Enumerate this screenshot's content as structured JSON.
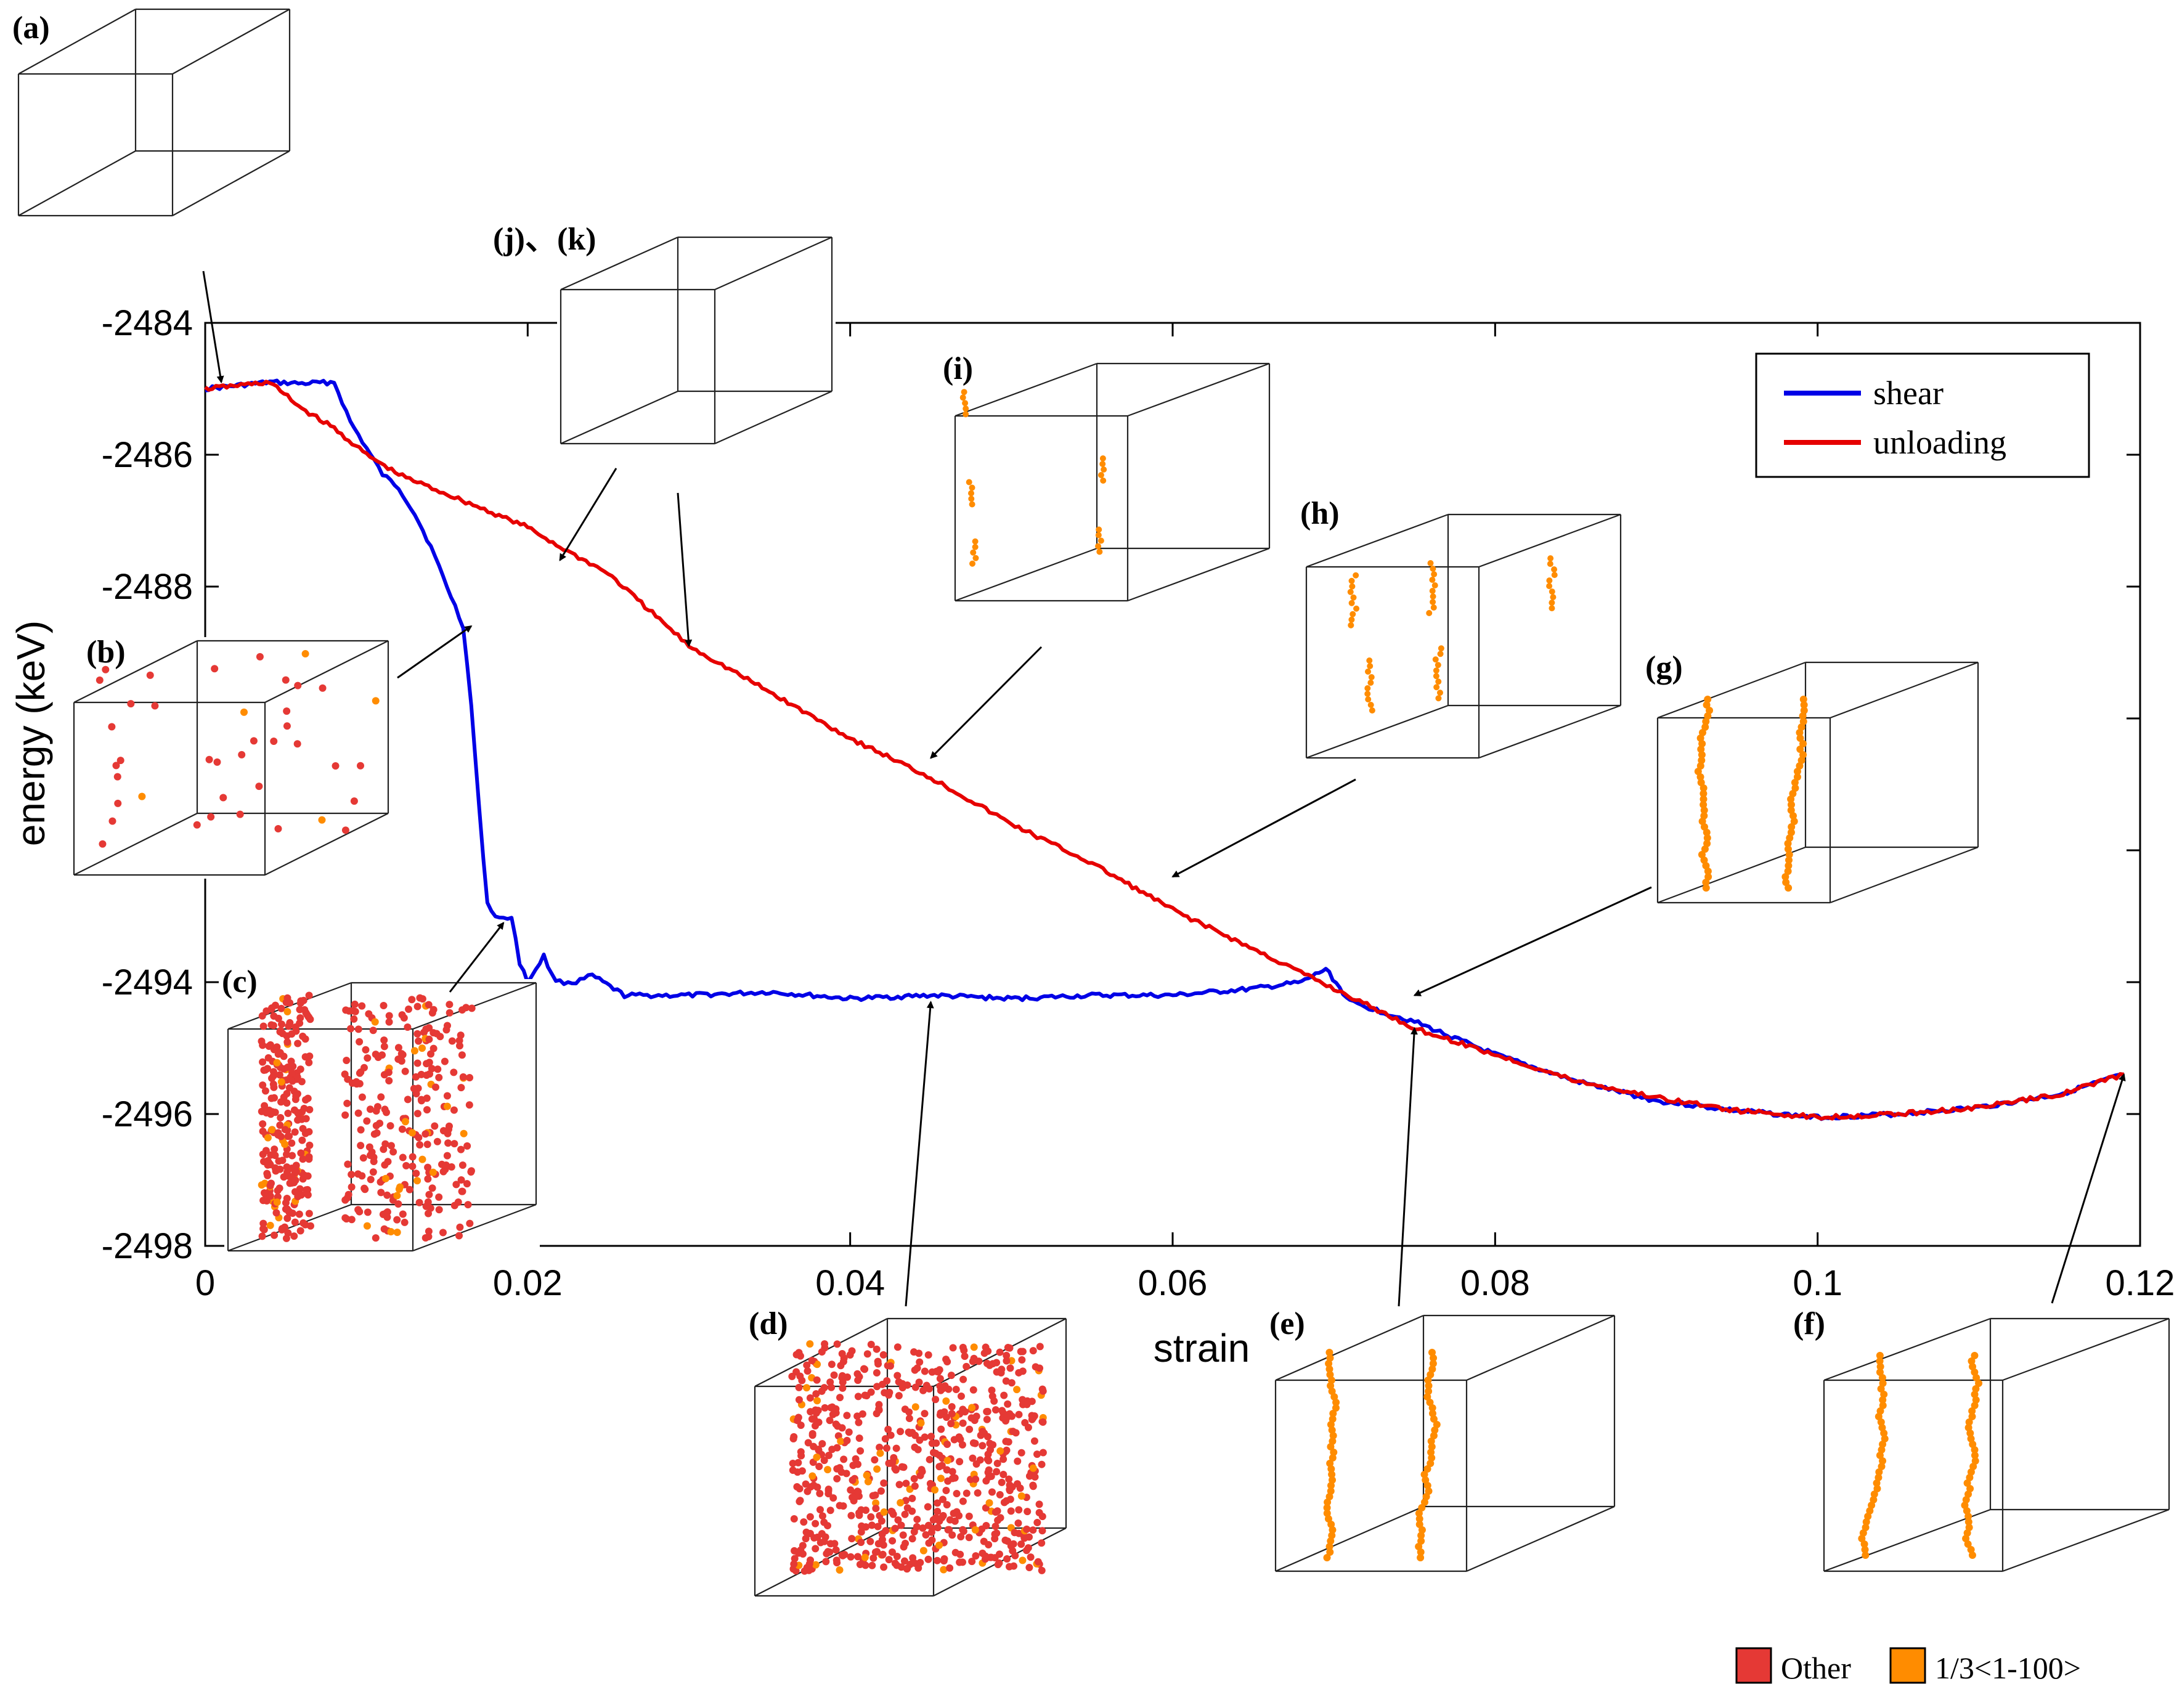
{
  "chart_data": {
    "type": "line",
    "xlabel": "strain",
    "ylabel": "energy (keV)",
    "xlim": [
      0,
      0.12
    ],
    "ylim": [
      -2498,
      -2484
    ],
    "x_ticks": [
      "0",
      "0.02",
      "0.04",
      "0.06",
      "0.08",
      "0.1",
      "0.12"
    ],
    "y_ticks": [
      "-2484",
      "-2486",
      "-2488",
      "-2494",
      "-2496",
      "-2498"
    ],
    "legend_position": "top-right",
    "series": [
      {
        "name": "shear",
        "color": "#0000e6",
        "x": [
          0,
          0.002,
          0.004,
          0.006,
          0.008,
          0.009,
          0.01,
          0.011,
          0.012,
          0.013,
          0.014,
          0.015,
          0.016,
          0.0165,
          0.017,
          0.0175,
          0.018,
          0.0185,
          0.019,
          0.0195,
          0.02,
          0.021,
          0.0215,
          0.022,
          0.023,
          0.024,
          0.026,
          0.03,
          0.035,
          0.04,
          0.045,
          0.05,
          0.055,
          0.06,
          0.065,
          0.068,
          0.0695,
          0.071,
          0.075,
          0.08,
          0.085,
          0.09,
          0.095,
          0.1,
          0.105,
          0.11,
          0.115,
          0.119
        ],
        "y": [
          -2485.0,
          -2484.95,
          -2484.9,
          -2484.92,
          -2484.9,
          -2485.5,
          -2485.9,
          -2486.3,
          -2486.5,
          -2486.9,
          -2487.4,
          -2488.0,
          -2488.6,
          -2489.8,
          -2491.4,
          -2492.8,
          -2493.0,
          -2493.05,
          -2493.0,
          -2493.7,
          -2494.0,
          -2493.6,
          -2493.9,
          -2494.0,
          -2494.0,
          -2493.9,
          -2494.2,
          -2494.2,
          -2494.15,
          -2494.25,
          -2494.2,
          -2494.25,
          -2494.2,
          -2494.2,
          -2494.1,
          -2494.0,
          -2493.8,
          -2494.3,
          -2494.6,
          -2495.1,
          -2495.5,
          -2495.8,
          -2495.95,
          -2496.05,
          -2496.0,
          -2495.9,
          -2495.7,
          -2495.4
        ]
      },
      {
        "name": "unloading",
        "color": "#e60000",
        "x": [
          0,
          0.002,
          0.004,
          0.006,
          0.008,
          0.01,
          0.012,
          0.015,
          0.018,
          0.02,
          0.022,
          0.025,
          0.03,
          0.035,
          0.04,
          0.045,
          0.05,
          0.055,
          0.06,
          0.065,
          0.07,
          0.075,
          0.08,
          0.085,
          0.09,
          0.095,
          0.1,
          0.105,
          0.11,
          0.115,
          0.119
        ],
        "y": [
          -2485.0,
          -2484.95,
          -2484.9,
          -2485.3,
          -2485.6,
          -2486.0,
          -2486.3,
          -2486.6,
          -2486.9,
          -2487.1,
          -2487.4,
          -2487.8,
          -2488.9,
          -2489.6,
          -2490.3,
          -2490.9,
          -2491.6,
          -2492.2,
          -2492.9,
          -2493.5,
          -2494.1,
          -2494.7,
          -2495.1,
          -2495.5,
          -2495.75,
          -2495.95,
          -2496.05,
          -2496.0,
          -2495.9,
          -2495.7,
          -2495.4
        ]
      }
    ],
    "annotations": [
      {
        "label": "(a)",
        "strain": 0.001,
        "energy": -2484.9
      },
      {
        "label": "(b)",
        "strain": 0.0165,
        "energy": -2488.6
      },
      {
        "label": "(c)",
        "strain": 0.0185,
        "energy": -2493.1
      },
      {
        "label": "(d)",
        "strain": 0.045,
        "energy": -2494.3
      },
      {
        "label": "(e)",
        "strain": 0.075,
        "energy": -2494.7
      },
      {
        "label": "(f)",
        "strain": 0.119,
        "energy": -2495.4
      },
      {
        "label": "(g)",
        "strain": 0.075,
        "energy": -2494.2
      },
      {
        "label": "(h)",
        "strain": 0.06,
        "energy": -2492.4
      },
      {
        "label": "(i)",
        "strain": 0.045,
        "energy": -2490.6
      },
      {
        "label": "(j)、(k)",
        "strain": 0.022,
        "energy": -2487.6
      },
      {
        "label": "(j)、(k)",
        "strain": 0.03,
        "energy": -2488.9
      }
    ],
    "structure_key": [
      {
        "label": "Other",
        "color": "#e53935"
      },
      {
        "label": "1/3<1-100>",
        "color": "#ff8c00"
      }
    ]
  }
}
